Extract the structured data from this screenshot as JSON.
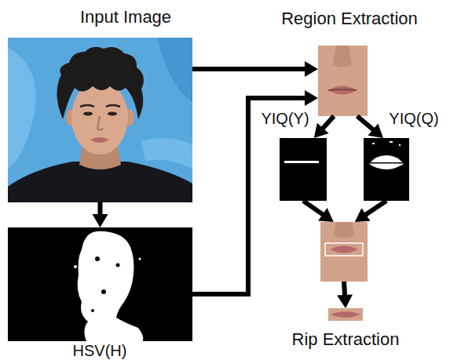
{
  "diagram": {
    "nodes": [
      {
        "text": [
          "Input Image"
        ]
      },
      {
        "text": [
          "Region Extraction"
        ]
      },
      {
        "text": [
          "YIQ(Y)"
        ]
      },
      {
        "text": [
          "YIQ(Q)"
        ]
      },
      {
        "text": []
      },
      {
        "text": [
          "HSV(H)"
        ]
      },
      {
        "text": [
          "Rip Extraction"
        ]
      }
    ],
    "edges": [
      {
        "from": 0,
        "to": 1,
        "arrow": "to"
      },
      {
        "from": 0,
        "to": 5,
        "arrow": "to"
      },
      {
        "from": 5,
        "to": 1,
        "arrow": "to"
      },
      {
        "from": 1,
        "to": 2,
        "arrow": "to"
      },
      {
        "from": 1,
        "to": 3,
        "arrow": "to"
      },
      {
        "from": 2,
        "to": 4,
        "arrow": "to"
      },
      {
        "from": 3,
        "to": 4,
        "arrow": "to"
      },
      {
        "from": 4,
        "to": 6,
        "arrow": "to"
      }
    ]
  }
}
